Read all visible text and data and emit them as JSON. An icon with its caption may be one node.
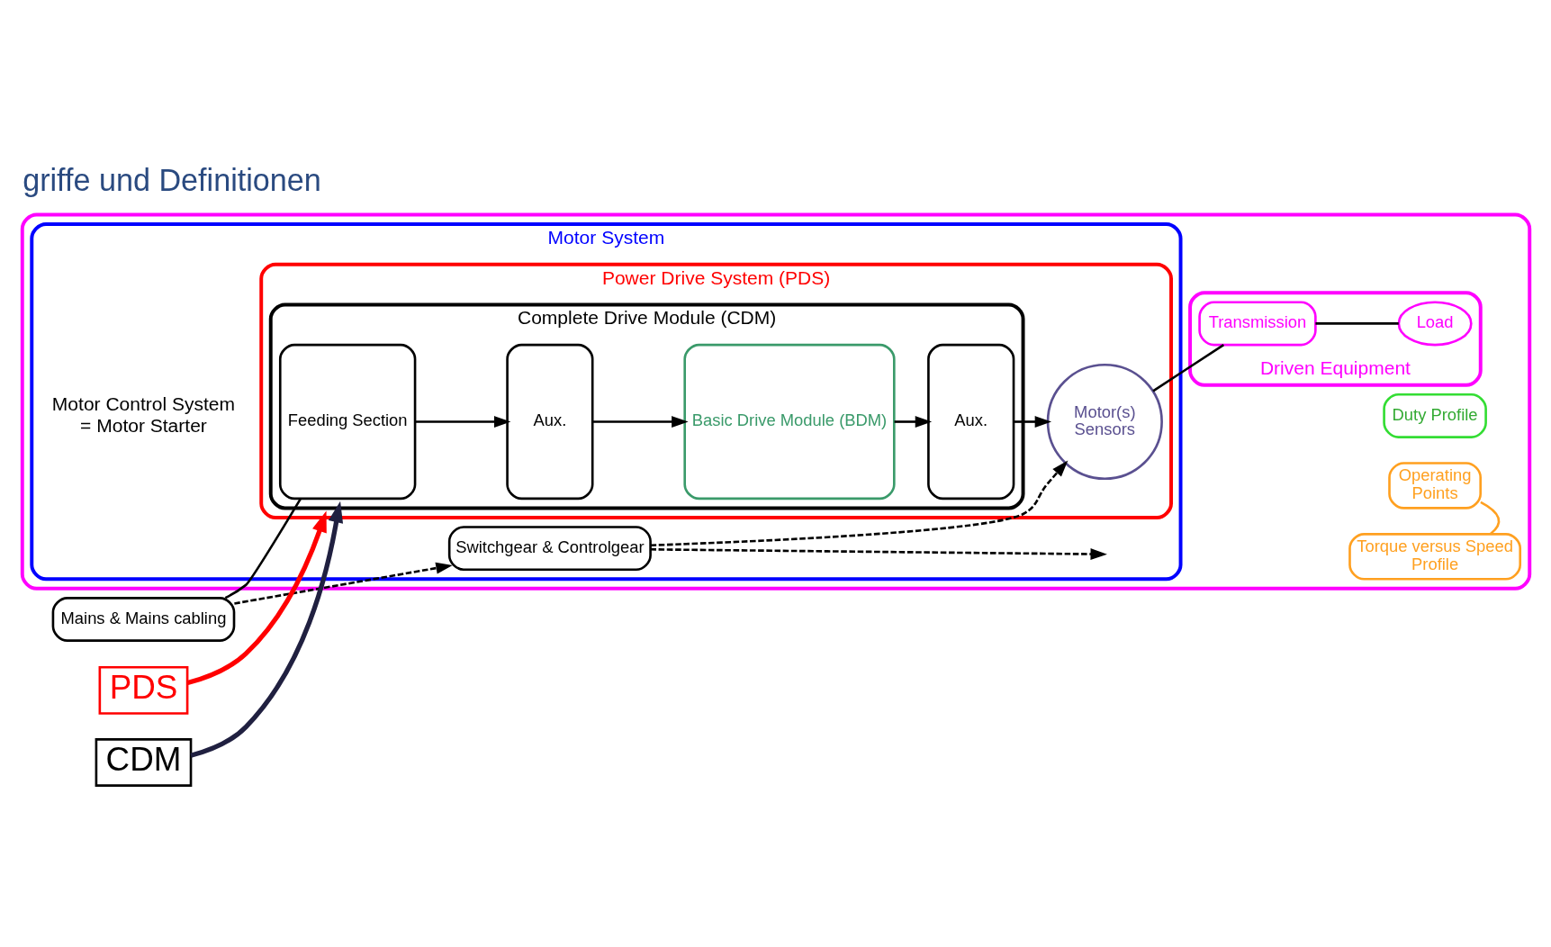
{
  "diagram": {
    "title": "griffe und Definitionen",
    "nodes": [
      {
        "text": [],
        "shape": "box"
      },
      {
        "text": [
          "Motor System"
        ],
        "in": 0
      },
      {
        "text": [
          "Power Drive System (PDS)"
        ],
        "in": 1
      },
      {
        "text": [
          "Complete Drive Module (CDM)"
        ],
        "in": 2
      },
      {
        "text": [
          "Feeding Section"
        ],
        "in": 3
      },
      {
        "text": [
          "Aux."
        ],
        "in": 3
      },
      {
        "text": [
          "Basic Drive Module (BDM)"
        ],
        "in": 3
      },
      {
        "text": [
          "Aux."
        ],
        "in": 3
      },
      {
        "text": [
          "Motor(s)",
          "Sensors"
        ],
        "in": 2
      },
      {
        "text": [
          "Switchgear & Controlgear"
        ],
        "in": 1
      },
      {
        "text": [
          "Driven Equipment"
        ],
        "in": 0
      },
      {
        "text": [
          "Transmission"
        ],
        "in": 10
      },
      {
        "text": [
          "Load"
        ],
        "in": 10
      },
      {
        "text": [
          "Torque versus Speed",
          "Profile"
        ],
        "in": 0
      },
      {
        "text": [
          "Operating",
          "Points"
        ],
        "in": 0
      },
      {
        "text": [
          "Duty Profile"
        ],
        "in": 0
      },
      {
        "text": [
          "Mains & Mains cabling"
        ]
      },
      {
        "text": [
          "PDS"
        ]
      },
      {
        "text": [
          "CDM"
        ]
      }
    ],
    "edges": [
      {
        "from": 16,
        "to": 4,
        "arrow": "none"
      },
      {
        "from": 4,
        "to": 5,
        "arrow": "to"
      },
      {
        "from": 5,
        "to": 6,
        "arrow": "to"
      },
      {
        "from": 6,
        "to": 7,
        "arrow": "to"
      },
      {
        "from": 7,
        "to": 8,
        "arrow": "to"
      },
      {
        "from": 8,
        "to": 11,
        "arrow": "none"
      },
      {
        "from": 11,
        "to": 12,
        "arrow": "none"
      },
      {
        "from": 16,
        "to": 9,
        "arrow": "to",
        "style": "dashed"
      },
      {
        "from": 9,
        "to": 8,
        "arrow": "to",
        "style": "dashed"
      },
      {
        "from": 9,
        "to": null,
        "arrow": "to",
        "style": "dashed"
      },
      {
        "from": 13,
        "to": 14,
        "arrow": "none",
        "color": "#ffa020"
      },
      {
        "from": 17,
        "to": 2,
        "arrow": "to",
        "color": "#ff0000",
        "style": "thick"
      },
      {
        "from": 18,
        "to": 3,
        "arrow": "to",
        "color": "#202040",
        "style": "thick"
      }
    ],
    "labels": [
      "Motor Control System",
      "= Motor Starter"
    ]
  }
}
